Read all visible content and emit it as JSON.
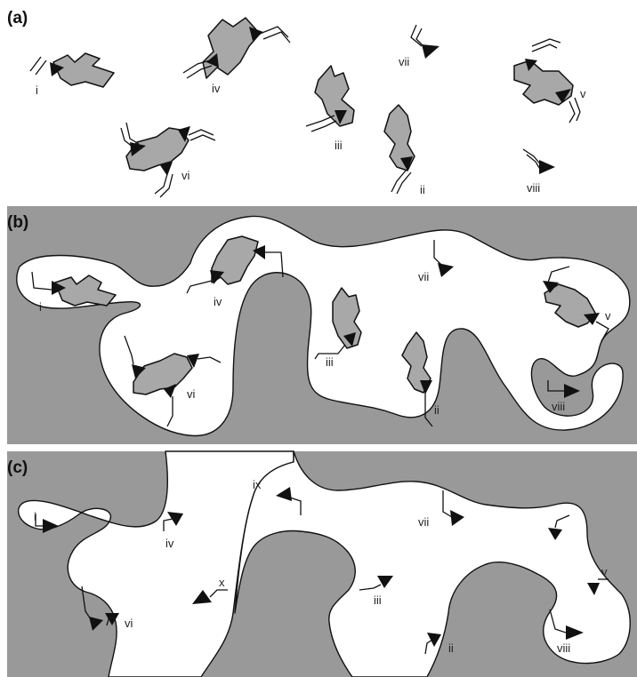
{
  "panels": {
    "a": {
      "label": "(a)"
    },
    "b": {
      "label": "(b)"
    },
    "c": {
      "label": "(c)"
    }
  },
  "labels": {
    "i": "i",
    "ii": "ii",
    "iii": "iii",
    "iv": "iv",
    "v": "v",
    "vi": "vi",
    "vii": "vii",
    "viii": "viii",
    "ix": "ix",
    "x": "x"
  },
  "colors": {
    "matrix": "#999999",
    "molecule": "#a8a8a8",
    "channel": "#ffffff",
    "outline": "#111111"
  }
}
